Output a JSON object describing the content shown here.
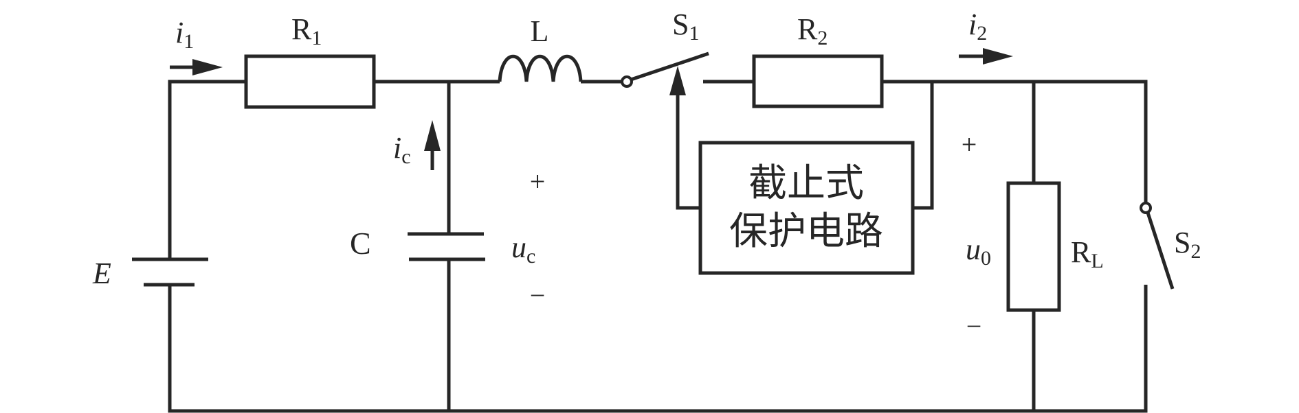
{
  "diagram": {
    "type": "circuit-schematic",
    "components": {
      "source": {
        "label": "E"
      },
      "r1": {
        "label": "R",
        "sub": "1"
      },
      "capacitor": {
        "label": "C"
      },
      "inductor": {
        "label": "L"
      },
      "s1": {
        "label": "S",
        "sub": "1"
      },
      "r2": {
        "label": "R",
        "sub": "2"
      },
      "rl": {
        "label": "R",
        "sub": "L"
      },
      "s2": {
        "label": "S",
        "sub": "2"
      },
      "protection": {
        "line1": "截止式",
        "line2": "保护电路"
      }
    },
    "currents": {
      "i1": {
        "label": "i",
        "sub": "1"
      },
      "ic": {
        "label": "i",
        "sub": "c"
      },
      "i2": {
        "label": "i",
        "sub": "2"
      }
    },
    "voltages": {
      "uc": {
        "label": "u",
        "sub": "c",
        "plus": "+",
        "minus": "−"
      },
      "u0": {
        "label": "u",
        "sub": "0",
        "plus": "+",
        "minus": "−"
      }
    },
    "colors": {
      "ink": "#262626",
      "background": "#ffffff"
    }
  }
}
